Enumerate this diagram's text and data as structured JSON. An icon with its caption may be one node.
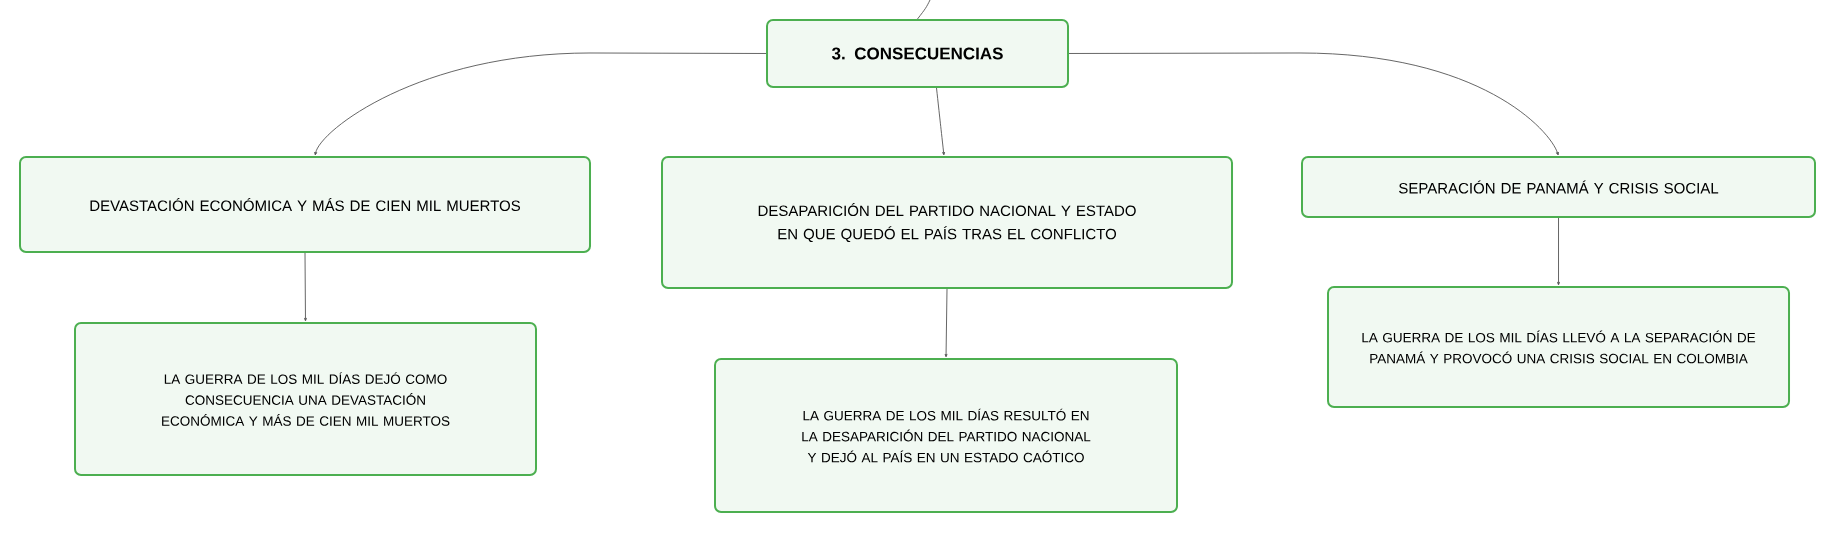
{
  "diagram": {
    "nodes": [
      {
        "text": [
          "3. CONSECUENCIAS"
        ]
      },
      {
        "text": [
          "DEVASTACIÓN ECONÓMICA Y MÁS DE CIEN MIL MUERTOS"
        ]
      },
      {
        "text": [
          "DESAPARICIÓN DEL PARTIDO NACIONAL Y ESTADO EN QUE QUEDÓ EL PAÍS TRAS EL CONFLICTO"
        ]
      },
      {
        "text": [
          "SEPARACIÓN DE PANAMÁ Y CRISIS SOCIAL"
        ]
      },
      {
        "text": [
          "LA GUERRA DE LOS MIL DÍAS DEJÓ COMO CONSECUENCIA UNA DEVASTACIÓN ECONÓMICA Y MÁS DE CIEN MIL MUERTOS"
        ]
      },
      {
        "text": [
          "LA GUERRA DE LOS MIL DÍAS RESULTÓ EN LA DESAPARICIÓN DEL PARTIDO NACIONAL Y DEJÓ AL PAÍS EN UN ESTADO CAÓTICO"
        ]
      },
      {
        "text": [
          "LA GUERRA DE LOS MIL DÍAS LLEVÓ A LA SEPARACIÓN DE PANAMÁ Y PROVOCÓ UNA CRISIS SOCIAL EN COLOMBIA"
        ]
      }
    ],
    "edges": [
      {
        "from": null,
        "to": 0,
        "arrow": "none"
      },
      {
        "from": 0,
        "to": 1,
        "arrow": "to"
      },
      {
        "from": 0,
        "to": 2,
        "arrow": "to"
      },
      {
        "from": 0,
        "to": 3,
        "arrow": "to"
      },
      {
        "from": 1,
        "to": 4,
        "arrow": "to"
      },
      {
        "from": 2,
        "to": 5,
        "arrow": "to"
      },
      {
        "from": 3,
        "to": 6,
        "arrow": "to"
      }
    ]
  }
}
